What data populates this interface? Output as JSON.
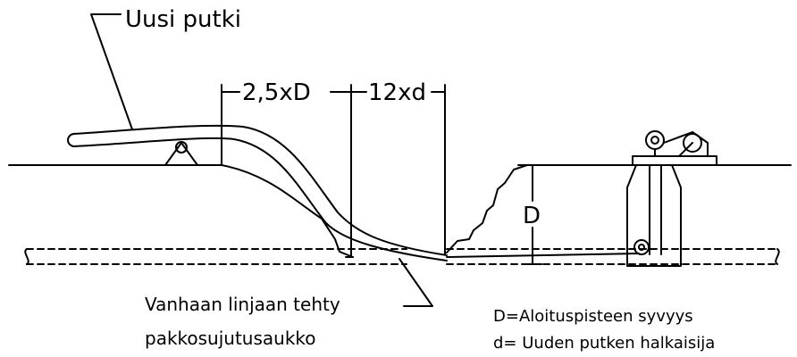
{
  "labels": {
    "new_pipe": "Uusi putki",
    "dim_2_5xD": "2,5xD",
    "dim_12xd": "12xd",
    "depth_D": "D",
    "opening_line1": "Vanhaan linjaan tehty",
    "opening_line2": "pakkosujutusaukko",
    "legend_D": "D=Aloituspisteen syvyys",
    "legend_d": "d= Uuden putken halkaisija"
  },
  "colors": {
    "ink": "#000000",
    "background": "#ffffff"
  }
}
